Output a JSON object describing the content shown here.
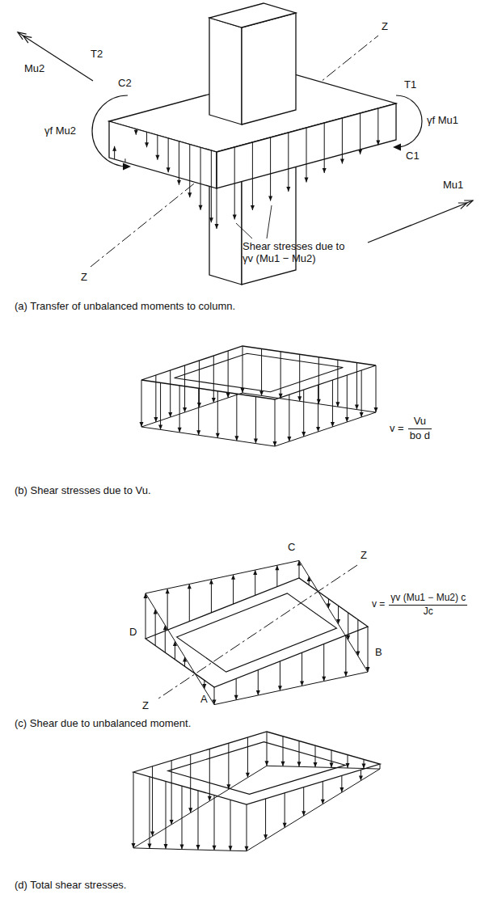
{
  "diagram": {
    "labels": [
      "Z",
      "T2",
      "C2",
      "Mu2",
      "γf Mu2",
      "T1",
      "C1",
      "γf Mu1",
      "Mu1",
      "Z",
      "Shear stresses due to γv (Mu1 − Mu2)",
      "(a) Transfer of unbalanced moments to column.",
      "v =",
      "Vu",
      "bo d",
      "(b) Shear stresses due to Vu.",
      "C",
      "D",
      "B",
      "A",
      "Z",
      "Z",
      "v =",
      "γv (Mu1 − Mu2) c",
      "Jc",
      "(c) Shear due to unbalanced moment.",
      "(d) Total shear stresses."
    ]
  }
}
